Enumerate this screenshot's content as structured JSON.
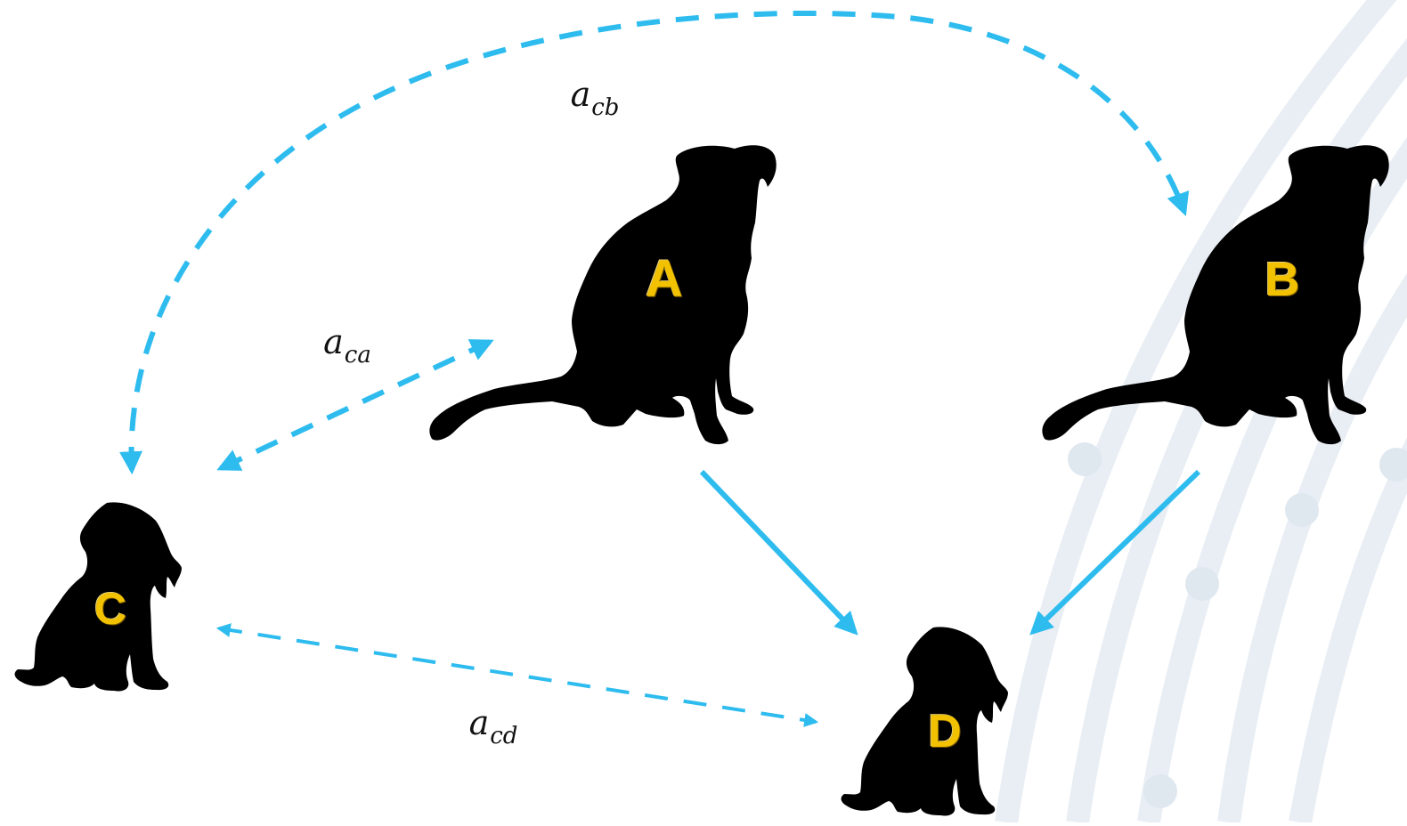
{
  "colors": {
    "arrow": "#2ebcef",
    "silhouette": "#000000",
    "label": "#f2c200",
    "background_stripes": "#e6edf4"
  },
  "nodes": {
    "a": {
      "label": "A",
      "kind": "adult-dog"
    },
    "b": {
      "label": "B",
      "kind": "adult-dog"
    },
    "c": {
      "label": "C",
      "kind": "puppy"
    },
    "d": {
      "label": "D",
      "kind": "puppy"
    }
  },
  "edges": {
    "cb": {
      "base": "a",
      "subscript": "cb",
      "style": "dashed",
      "direction": "C-B"
    },
    "ca": {
      "base": "a",
      "subscript": "ca",
      "style": "dashed",
      "direction": "C-A"
    },
    "cd": {
      "base": "a",
      "subscript": "cd",
      "style": "dashed",
      "direction": "C-D"
    },
    "ad": {
      "style": "solid",
      "direction": "A->D"
    },
    "bd": {
      "style": "solid",
      "direction": "B->D"
    }
  }
}
